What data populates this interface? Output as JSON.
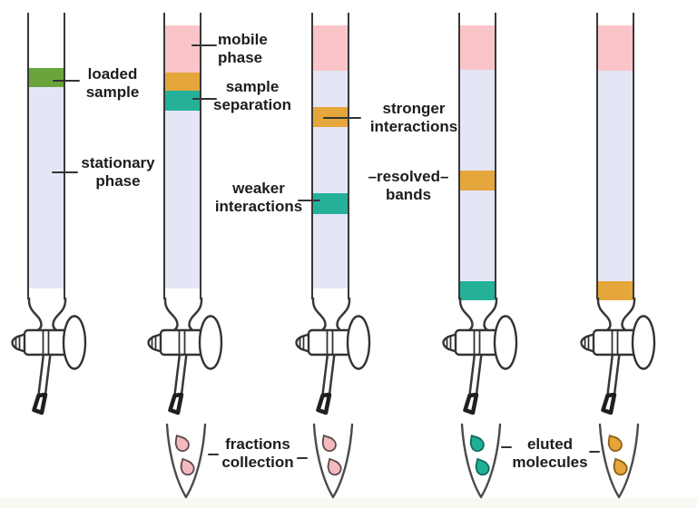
{
  "labels": {
    "loaded_sample": "loaded\nsample",
    "stationary_phase": "stationary\nphase",
    "mobile_phase": "mobile\nphase",
    "sample_separation": "sample\nseparation",
    "stronger_interactions": "stronger\ninteractions",
    "weaker_interactions": "weaker\ninteractions",
    "resolved_bands": "–resolved–\nbands",
    "fractions_collection": "fractions\ncollection",
    "eluted_molecules": "eluted\nmolecules"
  },
  "colors": {
    "sample_green": "#6aa53c",
    "mobile_phase_pink": "#f9c5c9",
    "stronger_orange": "#e5a63c",
    "weaker_teal": "#25b199",
    "stationary_lavender": "#e4e6f6",
    "glass_outline": "#383838"
  },
  "columns": [
    {
      "name": "column-1-loaded",
      "bands": [
        {
          "name": "loaded-sample-band",
          "from": 75,
          "to": 96,
          "color": "#6aa53c"
        },
        {
          "name": "stationary-phase-fill",
          "from": 96,
          "to": 318,
          "color": "#e4e6f6"
        }
      ]
    },
    {
      "name": "column-2-separation-start",
      "bands": [
        {
          "name": "mobile-phase-band",
          "from": 28,
          "to": 80,
          "color": "#f9c5c9"
        },
        {
          "name": "orange-sample-band",
          "from": 80,
          "to": 100,
          "color": "#e5a63c"
        },
        {
          "name": "teal-sample-band",
          "from": 100,
          "to": 122,
          "color": "#25b199"
        },
        {
          "name": "stationary-phase-fill",
          "from": 122,
          "to": 318,
          "color": "#e4e6f6"
        }
      ]
    },
    {
      "name": "column-3-separating",
      "bands": [
        {
          "name": "mobile-phase-band",
          "from": 28,
          "to": 78,
          "color": "#f9c5c9"
        },
        {
          "name": "stationary-phase-fill",
          "from": 78,
          "to": 118,
          "color": "#e4e6f6"
        },
        {
          "name": "stronger-interactions-band",
          "from": 118,
          "to": 140,
          "color": "#e5a63c"
        },
        {
          "name": "stationary-phase-fill",
          "from": 140,
          "to": 213,
          "color": "#e4e6f6"
        },
        {
          "name": "weaker-interactions-band",
          "from": 213,
          "to": 236,
          "color": "#25b199"
        },
        {
          "name": "stationary-phase-fill",
          "from": 236,
          "to": 318,
          "color": "#e4e6f6"
        }
      ]
    },
    {
      "name": "column-4-resolved",
      "bands": [
        {
          "name": "mobile-phase-band",
          "from": 28,
          "to": 77,
          "color": "#f9c5c9"
        },
        {
          "name": "stationary-phase-fill",
          "from": 77,
          "to": 188,
          "color": "#e4e6f6"
        },
        {
          "name": "resolved-orange-band",
          "from": 188,
          "to": 210,
          "color": "#e5a63c"
        },
        {
          "name": "stationary-phase-fill",
          "from": 210,
          "to": 310,
          "color": "#e4e6f6"
        },
        {
          "name": "resolved-teal-band",
          "from": 310,
          "to": 331,
          "color": "#25b199"
        }
      ]
    },
    {
      "name": "column-5-eluting",
      "bands": [
        {
          "name": "mobile-phase-band",
          "from": 28,
          "to": 78,
          "color": "#f9c5c9"
        },
        {
          "name": "stationary-phase-fill",
          "from": 78,
          "to": 310,
          "color": "#e4e6f6"
        },
        {
          "name": "eluting-orange-band",
          "from": 310,
          "to": 331,
          "color": "#e5a63c"
        }
      ]
    }
  ],
  "tubes": [
    {
      "name": "fraction-tube-1",
      "drop_fill": "#f5b9be",
      "drop_stroke": "#5c4a4c"
    },
    {
      "name": "fraction-tube-2",
      "drop_fill": "#f5b9be",
      "drop_stroke": "#5c4a4c"
    },
    {
      "name": "eluate-tube-teal",
      "drop_fill": "#1fae96",
      "drop_stroke": "#116c5e"
    },
    {
      "name": "eluate-tube-orange",
      "drop_fill": "#e6a43c",
      "drop_stroke": "#8a6116"
    }
  ]
}
